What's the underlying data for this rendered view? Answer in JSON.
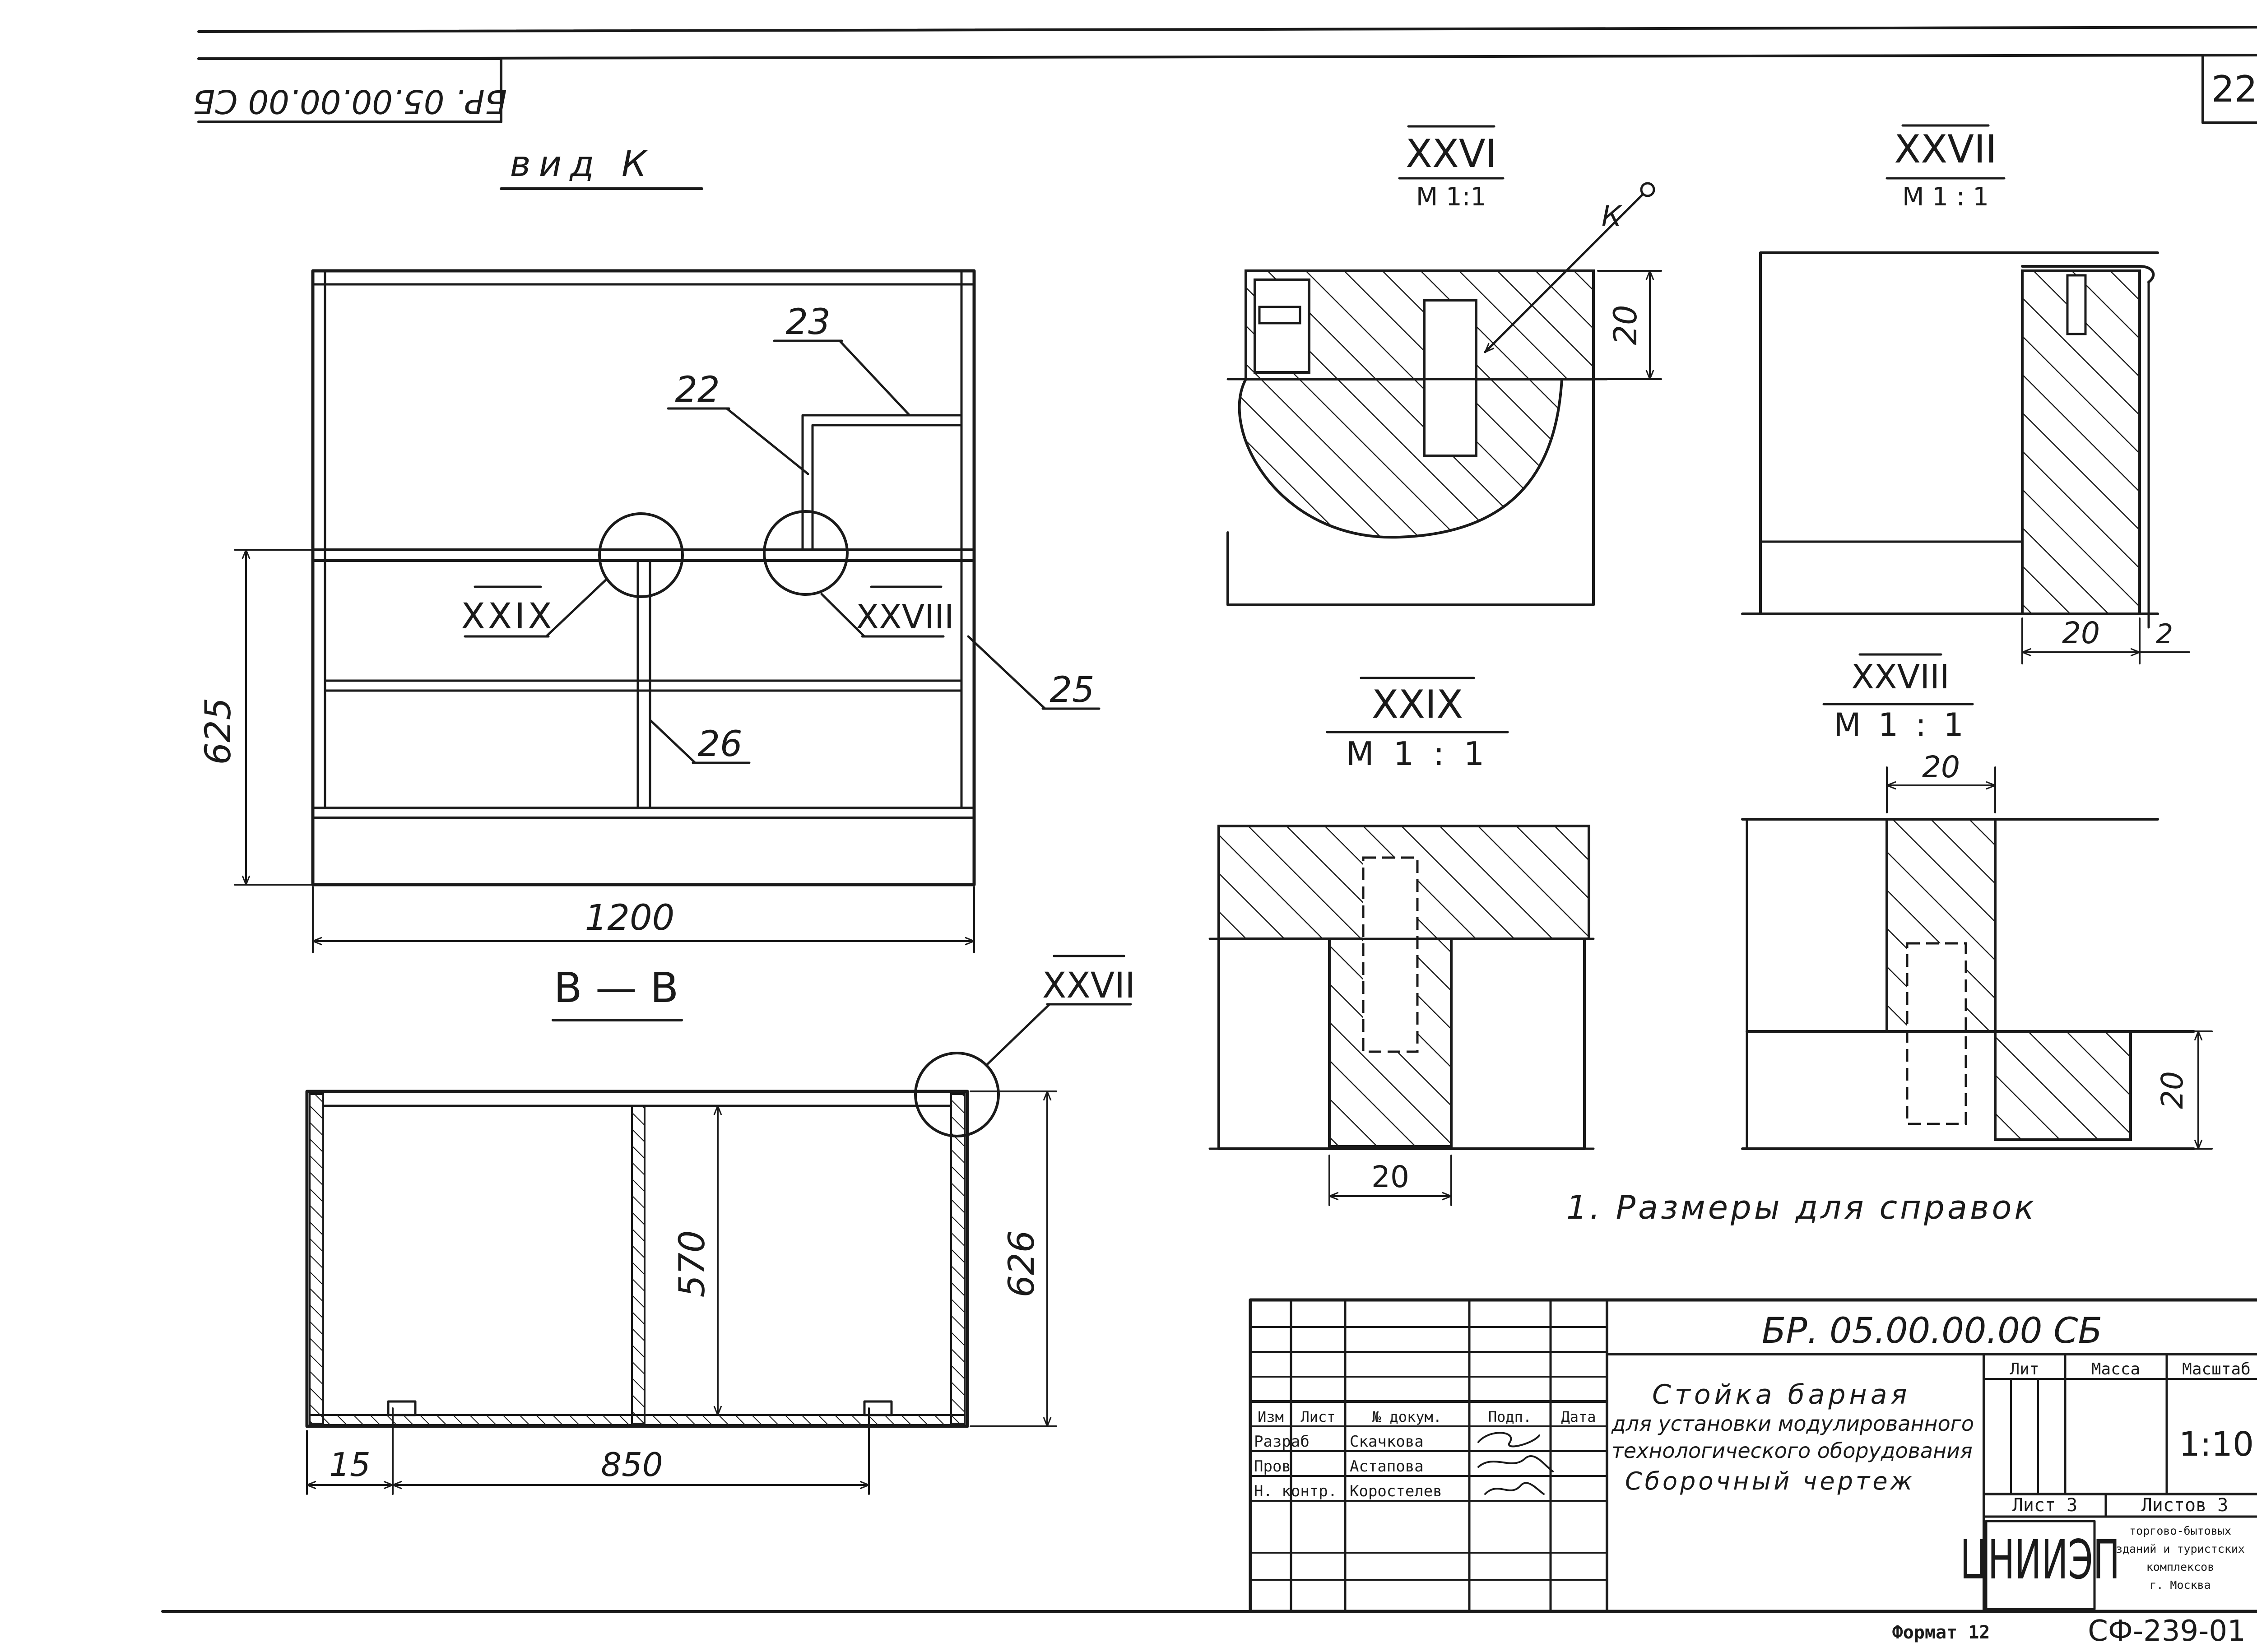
{
  "sheet_number": "22",
  "corner_code": "БР. 05.00.00.00 СБ",
  "views": {
    "view_k": {
      "title": "вид К",
      "width_dim": "1200",
      "height_dim": "625"
    },
    "section_bb": {
      "title": "В — В",
      "height_outer": "626",
      "height_inner": "570",
      "offset": "15",
      "span": "850"
    }
  },
  "callouts": {
    "c22": "22",
    "c23": "23",
    "c25": "25",
    "c26": "26",
    "xxix": "XXIX",
    "xxviii": "XXVIII",
    "xxvii": "XXVII"
  },
  "details": {
    "xxvi": {
      "title": "XXVI",
      "scale": "М 1:1",
      "dim": "20",
      "arrow": "К"
    },
    "xxvii": {
      "title": "XXVII",
      "scale": "М 1 : 1",
      "dim_a": "20",
      "dim_b": "2"
    },
    "xxix": {
      "title": "XXIX",
      "scale": "М 1 : 1",
      "dim": "20"
    },
    "xxviii": {
      "title": "XXVIII",
      "scale": "М 1 : 1",
      "dim_top": "20",
      "dim_side": "20"
    }
  },
  "note": "1. Размеры для справок",
  "title_block": {
    "doc_code": "БР. 05.00.00.00 СБ",
    "name_lines": [
      "Стойка барная",
      "для установки модулированного",
      "технологического оборудования",
      "Сборочный чертеж"
    ],
    "col_headers": [
      "Изм",
      "Лист",
      "№ докум.",
      "Подп.",
      "Дата"
    ],
    "rows": [
      {
        "role": "Разраб",
        "name": "Скачкова"
      },
      {
        "role": "Пров",
        "name": "Астапова"
      },
      {
        "role": "Н. контр.",
        "name": "Коростелев"
      }
    ],
    "lit_label": "Лит",
    "mass_label": "Масса",
    "scale_label": "Масштаб",
    "scale_value": "1:10",
    "sheet_label": "Лист 3",
    "sheets_label": "Листов 3",
    "org_logo": "ЦНИИЭП",
    "org_name": [
      "торгово-бытовых",
      "зданий и туристских",
      "комплексов",
      "г. Москва"
    ]
  },
  "format_label": "Формат 12",
  "footer_code": "СФ-239-01"
}
